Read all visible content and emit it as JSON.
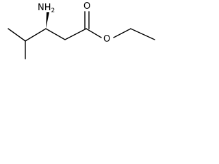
{
  "molecule": {
    "atoms": {
      "amine": {
        "element": "N",
        "hydrogen": "H",
        "count": "2"
      },
      "carbonyl_oxygen": {
        "element": "O"
      },
      "ester_oxygen": {
        "element": "O"
      }
    },
    "stereo": {
      "center": "C3",
      "wedge": "bold",
      "substituent": "NH2"
    }
  }
}
